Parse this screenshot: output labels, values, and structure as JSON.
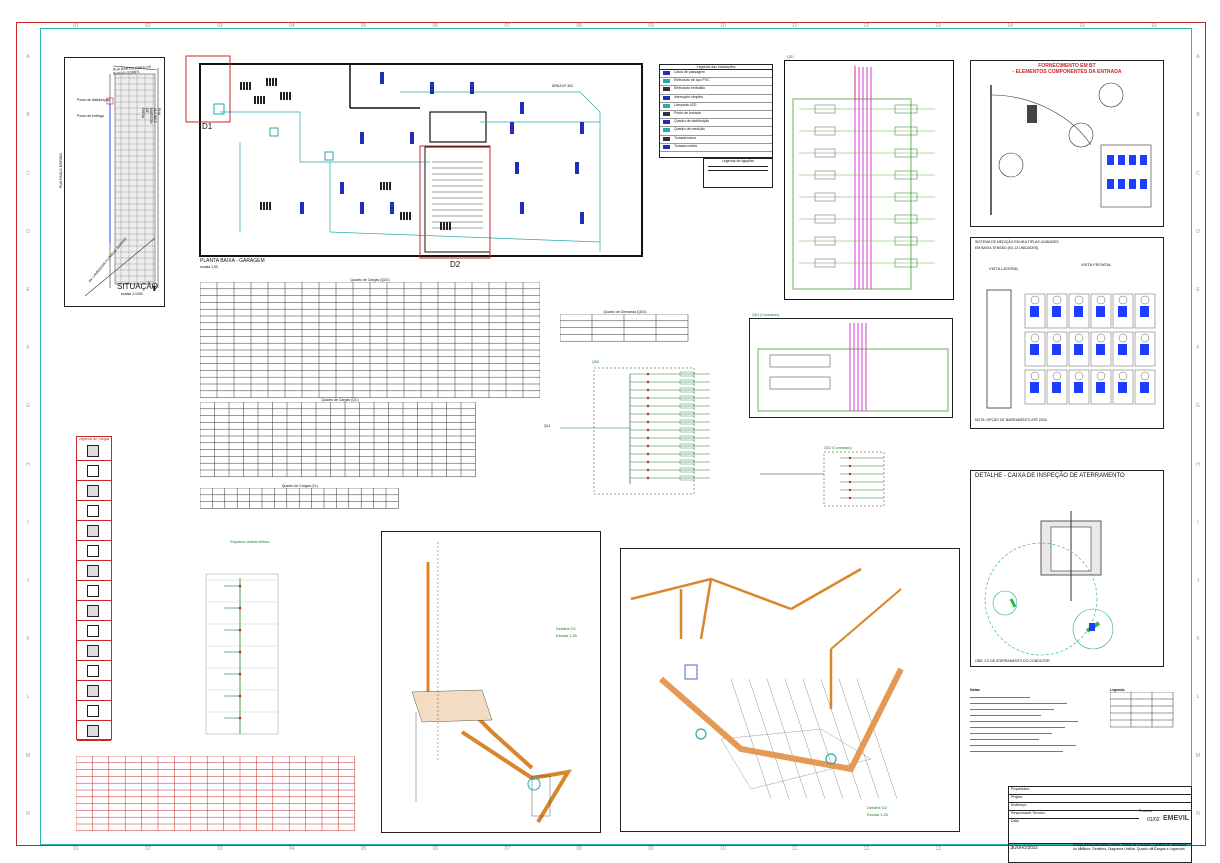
{
  "sheet": {
    "col_numbers": [
      "01",
      "02",
      "03",
      "04",
      "05",
      "06",
      "07",
      "08",
      "09",
      "10",
      "11",
      "12",
      "13",
      "14",
      "15",
      "16"
    ],
    "row_letters": [
      "A",
      "B",
      "C",
      "D",
      "E",
      "F",
      "G",
      "H",
      "I",
      "J",
      "K",
      "L",
      "M",
      "N"
    ]
  },
  "plan": {
    "title": "PLANTA BAIXA - GARAGEM",
    "scale": "escala 1:50",
    "label_d1": "D1",
    "label_d2": "D2",
    "area_label": "ÁREA Nº 302"
  },
  "situacao": {
    "title": "SITUAÇÃO",
    "scale": "escala 1:1000",
    "street_top": "RUA BARTOLOMEU DE BUSSO GOMES",
    "street_left": "RUA PAULO MORINO",
    "street_bottom": "AV. LAVRADOR FLORENZ MARINO",
    "street_right": "RUA ALCIDES MARCON DE FARIA",
    "label_a": "Ponto de distribuição",
    "label_b": "Ponto de entrega"
  },
  "legend_top": {
    "title": "Legenda das instalações",
    "items": [
      "Caixa de passagem",
      "Eletroduto de aço PVC",
      "Eletroduto embutido",
      "Interruptor simples",
      "Lâmpada LED",
      "Ponto de tomada",
      "Quadro de distribuição",
      "Quadro de medição",
      "Tomada baixa",
      "Tomada média"
    ]
  },
  "legend_right": {
    "title": "Legenda de ligações"
  },
  "qd1": {
    "title": "QD1"
  },
  "qd1_connect": {
    "title": "QD1 (Conectado)"
  },
  "qd2": {
    "title": "QD2 (Conectado)"
  },
  "qm1": {
    "title": "QM1"
  },
  "ql1": {
    "label": "QL1"
  },
  "fornecimento": {
    "title_line1": "FORNECIMENTO EM BT",
    "title_line2": "- ELEMENTOS COMPONENTES DA ENTRADA"
  },
  "medicao": {
    "title_line1": "SISTEMA DE MEDIÇÃO EM MÚLTIPLAS UNIDADES",
    "title_line2": "EM BAIXA TENSÃO (EA 13 UNIDADES)",
    "vista_lateral": "VISTA LATERAL",
    "vista_frontal": "VISTA FRONTAL",
    "note": "NOTA: OPÇÃO DE BARRAMENTO ATÉ 200A"
  },
  "aterramento": {
    "title": "DETALHE - CAIXA DE INSPEÇÃO DE ATERRAMENTO",
    "note": "OBS: CX DE ATERRAMENTO DO CONDUTOR"
  },
  "tables": {
    "cargas_title": "Quadro de Cargas (QD1)",
    "cargas2_title": "Quadro de Cargas (QC)",
    "cargas3_title": "Quadro de Cargas (CL)",
    "demanda_title": "Quadro de Demanda (QD1)",
    "legenda_title": "Legenda de Cargas"
  },
  "esquema": {
    "title": "Esquema vertical elétrico"
  },
  "detalhes": {
    "d1_title": "Detalhe D1",
    "d1_scale": "Escala 1:25",
    "d2_title": "Detalhe D2",
    "d2_scale": "Escala 1:25"
  },
  "notes": {
    "title": "Notas",
    "legend": "Legenda"
  },
  "titleblock": {
    "row1": "Proprietário:",
    "row2": "Projeto:",
    "row3": "Endereço:",
    "row4": "Responsável Técnico:",
    "row5": "Data:",
    "folha_label": "Prancha:",
    "folha_value": "01/02",
    "brand": "EMEVIL",
    "date": "JUNHO/2022",
    "description": "Planta Baixa pavimento térreo, Planta de Situação, Detalhe de instalação do Medidor, Detalhes, Diagrama Unifilar, Quadro de Cargas e Legendas"
  }
}
